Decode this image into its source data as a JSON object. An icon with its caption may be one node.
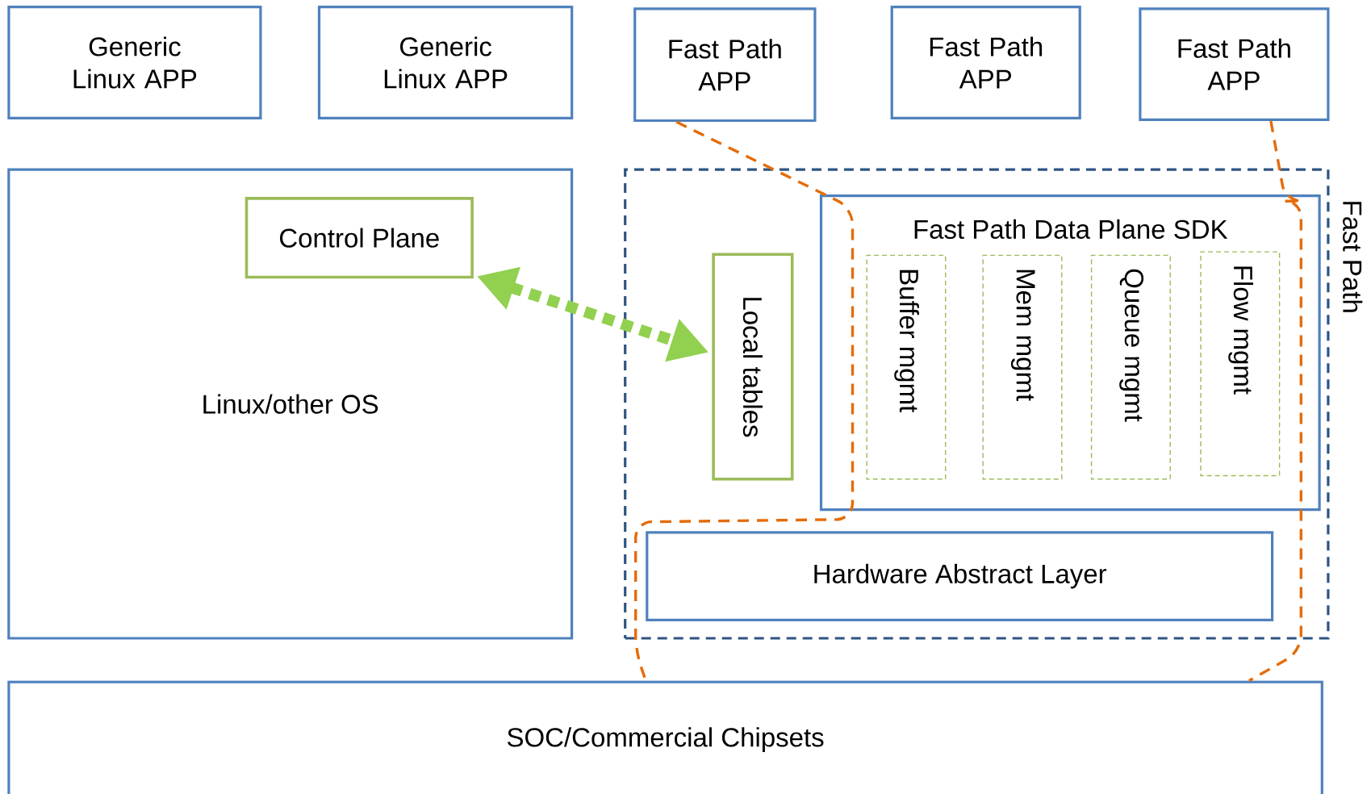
{
  "diagram": {
    "nodes": [
      {
        "text": [
          "Generic Linux APP"
        ]
      },
      {
        "text": [
          "Generic Linux APP"
        ]
      },
      {
        "text": [
          "Fast Path APP"
        ]
      },
      {
        "text": [
          "Fast Path APP"
        ]
      },
      {
        "text": [
          "Fast Path APP"
        ]
      },
      {
        "text": [
          "Linux/other OS"
        ]
      },
      {
        "text": [
          "Control Plane"
        ],
        "in": 5
      },
      {
        "text": [
          "Fast Path"
        ]
      },
      {
        "text": [
          "Local tables"
        ],
        "in": 7
      },
      {
        "text": [
          "Fast Path Data Plane SDK"
        ],
        "in": 7
      },
      {
        "text": [
          "Buffer mgmt"
        ],
        "in": 9
      },
      {
        "text": [
          "Mem mgmt"
        ],
        "in": 9
      },
      {
        "text": [
          "Queue mgmt"
        ],
        "in": 9
      },
      {
        "text": [
          "Flow mgmt"
        ],
        "in": 9
      },
      {
        "text": [
          "Hardware Abstract Layer"
        ],
        "in": 7
      },
      {
        "text": [
          "SOC/Commercial Chipsets"
        ]
      }
    ],
    "edges": [
      {
        "from": 6,
        "to": 8,
        "arrow": "both",
        "style": "dashed",
        "color": "#92d050"
      },
      {
        "from": 2,
        "to": 15,
        "arrow": "none",
        "style": "dashed",
        "color": "#e46c0a"
      },
      {
        "from": 4,
        "to": 15,
        "arrow": "none",
        "style": "dashed",
        "color": "#e46c0a"
      }
    ]
  }
}
